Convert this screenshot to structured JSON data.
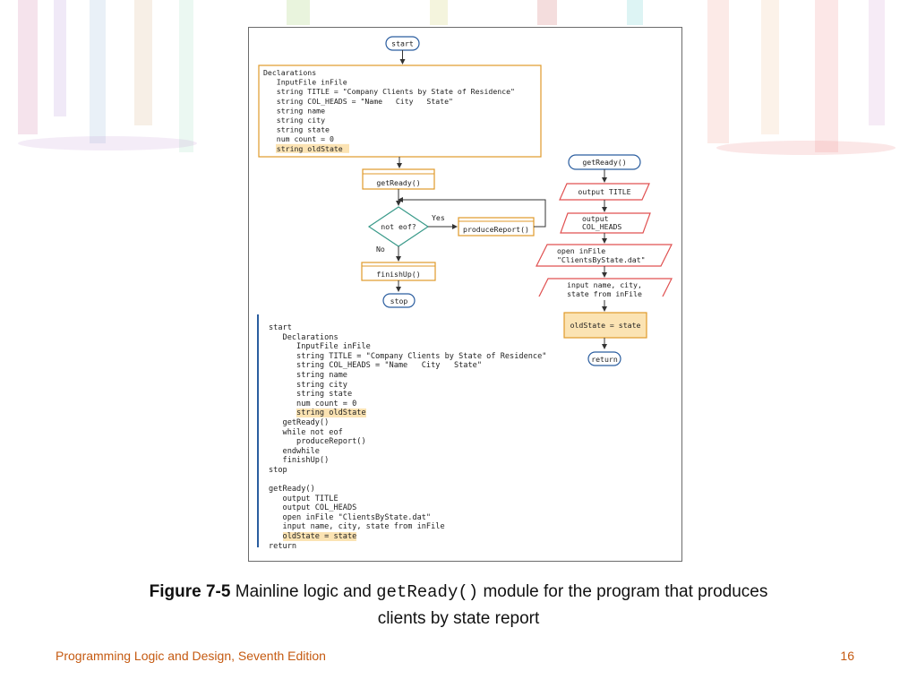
{
  "colors": {
    "accent": "#c55a11",
    "box_border": "#e09a2a",
    "highlight": "#fbe3b3",
    "terminal": "#2a5d9f",
    "decision": "#3a9a8a",
    "io": "#e05050"
  },
  "flowchart": {
    "start": "start",
    "declarations": [
      {
        "text": "Declarations",
        "hl": false
      },
      {
        "text": "   InputFile inFile",
        "hl": false
      },
      {
        "text": "   string TITLE = \"Company Clients by State of Residence\"",
        "hl": false
      },
      {
        "text": "   string COL_HEADS = \"Name   City   State\"",
        "hl": false
      },
      {
        "text": "   string name",
        "hl": false
      },
      {
        "text": "   string city",
        "hl": false
      },
      {
        "text": "   string state",
        "hl": false
      },
      {
        "text": "   num count = 0",
        "hl": false
      },
      {
        "text": "   string oldState",
        "hl": true
      }
    ],
    "getready_call": "getReady()",
    "decision": "not eof?",
    "yes": "Yes",
    "no": "No",
    "produce_report": "produceReport()",
    "finish_up": "finishUp()",
    "stop": "stop",
    "module": {
      "entry": "getReady()",
      "output_title": "output TITLE",
      "output_heads_1": "output",
      "output_heads_2": "COL_HEADS",
      "open_1": "open inFile",
      "open_2": "\"ClientsByState.dat\"",
      "input_1": "input name, city,",
      "input_2": "state from inFile",
      "assign": "oldState = state",
      "return": "return"
    }
  },
  "pseudocode": [
    {
      "text": "start",
      "hl": false
    },
    {
      "text": "   Declarations",
      "hl": false
    },
    {
      "text": "      InputFile inFile",
      "hl": false
    },
    {
      "text": "      string TITLE = \"Company Clients by State of Residence\"",
      "hl": false
    },
    {
      "text": "      string COL_HEADS = \"Name   City   State\"",
      "hl": false
    },
    {
      "text": "      string name",
      "hl": false
    },
    {
      "text": "      string city",
      "hl": false
    },
    {
      "text": "      string state",
      "hl": false
    },
    {
      "text": "      num count = 0",
      "hl": false
    },
    {
      "text": "      string oldState",
      "hl": true
    },
    {
      "text": "   getReady()",
      "hl": false
    },
    {
      "text": "   while not eof",
      "hl": false
    },
    {
      "text": "      produceReport()",
      "hl": false
    },
    {
      "text": "   endwhile",
      "hl": false
    },
    {
      "text": "   finishUp()",
      "hl": false
    },
    {
      "text": "stop",
      "hl": false
    },
    {
      "text": "",
      "hl": false
    },
    {
      "text": "getReady()",
      "hl": false
    },
    {
      "text": "   output TITLE",
      "hl": false
    },
    {
      "text": "   output COL_HEADS",
      "hl": false
    },
    {
      "text": "   open inFile \"ClientsByState.dat\"",
      "hl": false
    },
    {
      "text": "   input name, city, state from inFile",
      "hl": false
    },
    {
      "text": "   oldState = state",
      "hl": true
    },
    {
      "text": "return",
      "hl": false
    }
  ],
  "caption": {
    "label": "Figure 7-5",
    "text_a": "Mainline logic and",
    "code": "getReady()",
    "text_b": "module for the program that produces",
    "line2": "clients by state report"
  },
  "footer": {
    "title": "Programming Logic and Design, Seventh Edition",
    "page": "16"
  }
}
